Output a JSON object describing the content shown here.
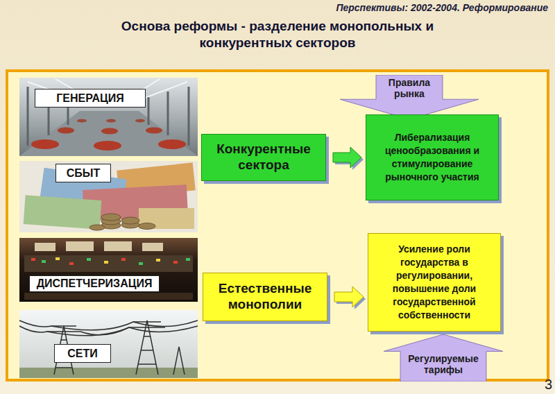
{
  "diagram": {
    "title": "Основа реформы - разделение монопольных и конкурентных секторов",
    "nodes": [
      {
        "text": [
          "ГЕНЕРАЦИЯ"
        ]
      },
      {
        "text": [
          "СБЫТ"
        ]
      },
      {
        "text": [
          "Конкурентные сектора"
        ]
      },
      {
        "text": [
          "Правила рынка"
        ]
      },
      {
        "text": [
          "Либерализация ценообразования и стимулирование рыночного участия"
        ]
      },
      {
        "text": [
          "ДИСПЕТЧЕРИЗАЦИЯ"
        ]
      },
      {
        "text": [
          "Естественные монополии"
        ]
      },
      {
        "text": [
          "Усиление роли государства в регулировании, повышение доли государственной собственности"
        ]
      },
      {
        "text": [
          "СЕТИ"
        ]
      },
      {
        "text": [
          "Регулируемые тарифы"
        ]
      }
    ],
    "edges": [
      {
        "from": 2,
        "to": 4,
        "arrow": "to"
      },
      {
        "from": 6,
        "to": 7,
        "arrow": "to"
      }
    ],
    "labels": [
      "Перспективы: 2002-2004. Реформирование",
      "3"
    ]
  }
}
